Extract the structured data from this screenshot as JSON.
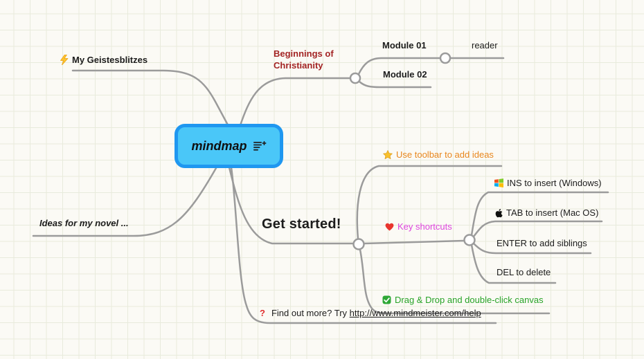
{
  "app": {
    "title": "mindmap canvas"
  },
  "colors": {
    "canvas_bg": "#FBFAF5",
    "grid_line": "#E8EBDC",
    "connector": "#9B9B9B",
    "node_border": "#1F97F0",
    "node_fill": "#4AC7F8",
    "text_default": "#1C1C1C",
    "branch_red": "#A32424",
    "branch_orange": "#E8871E",
    "branch_magenta": "#DD44DD",
    "branch_green": "#27A327"
  },
  "root": {
    "label": "mindmap",
    "icon": "add-notes-icon"
  },
  "nodes": {
    "geistesblitzes": {
      "label": "My Geistesblitzes",
      "icon": "lightning-icon"
    },
    "beginnings": {
      "label": "Beginnings of Christianity"
    },
    "module01": {
      "label": "Module 01"
    },
    "reader": {
      "label": "reader"
    },
    "module02": {
      "label": "Module 02"
    },
    "ideas": {
      "label": "Ideas for my novel ..."
    },
    "get_started": {
      "label": "Get started!"
    },
    "use_toolbar": {
      "label": "Use toolbar to add ideas",
      "icon": "star-icon"
    },
    "key_shortcuts": {
      "label": "Key shortcuts",
      "icon": "heart-icon"
    },
    "ins": {
      "label": "INS to insert (Windows)",
      "icon": "windows-icon"
    },
    "tab": {
      "label": "TAB to insert (Mac OS)",
      "icon": "apple-icon"
    },
    "enter": {
      "label": "ENTER to add siblings"
    },
    "del": {
      "label": "DEL to delete"
    },
    "drag_drop": {
      "label": "Drag & Drop and double-click canvas",
      "icon": "check-icon"
    },
    "find_out": {
      "icon_glyph": "?",
      "prefix": "Find out more? Try ",
      "link": "http://www.mindmeister.com/help"
    }
  }
}
